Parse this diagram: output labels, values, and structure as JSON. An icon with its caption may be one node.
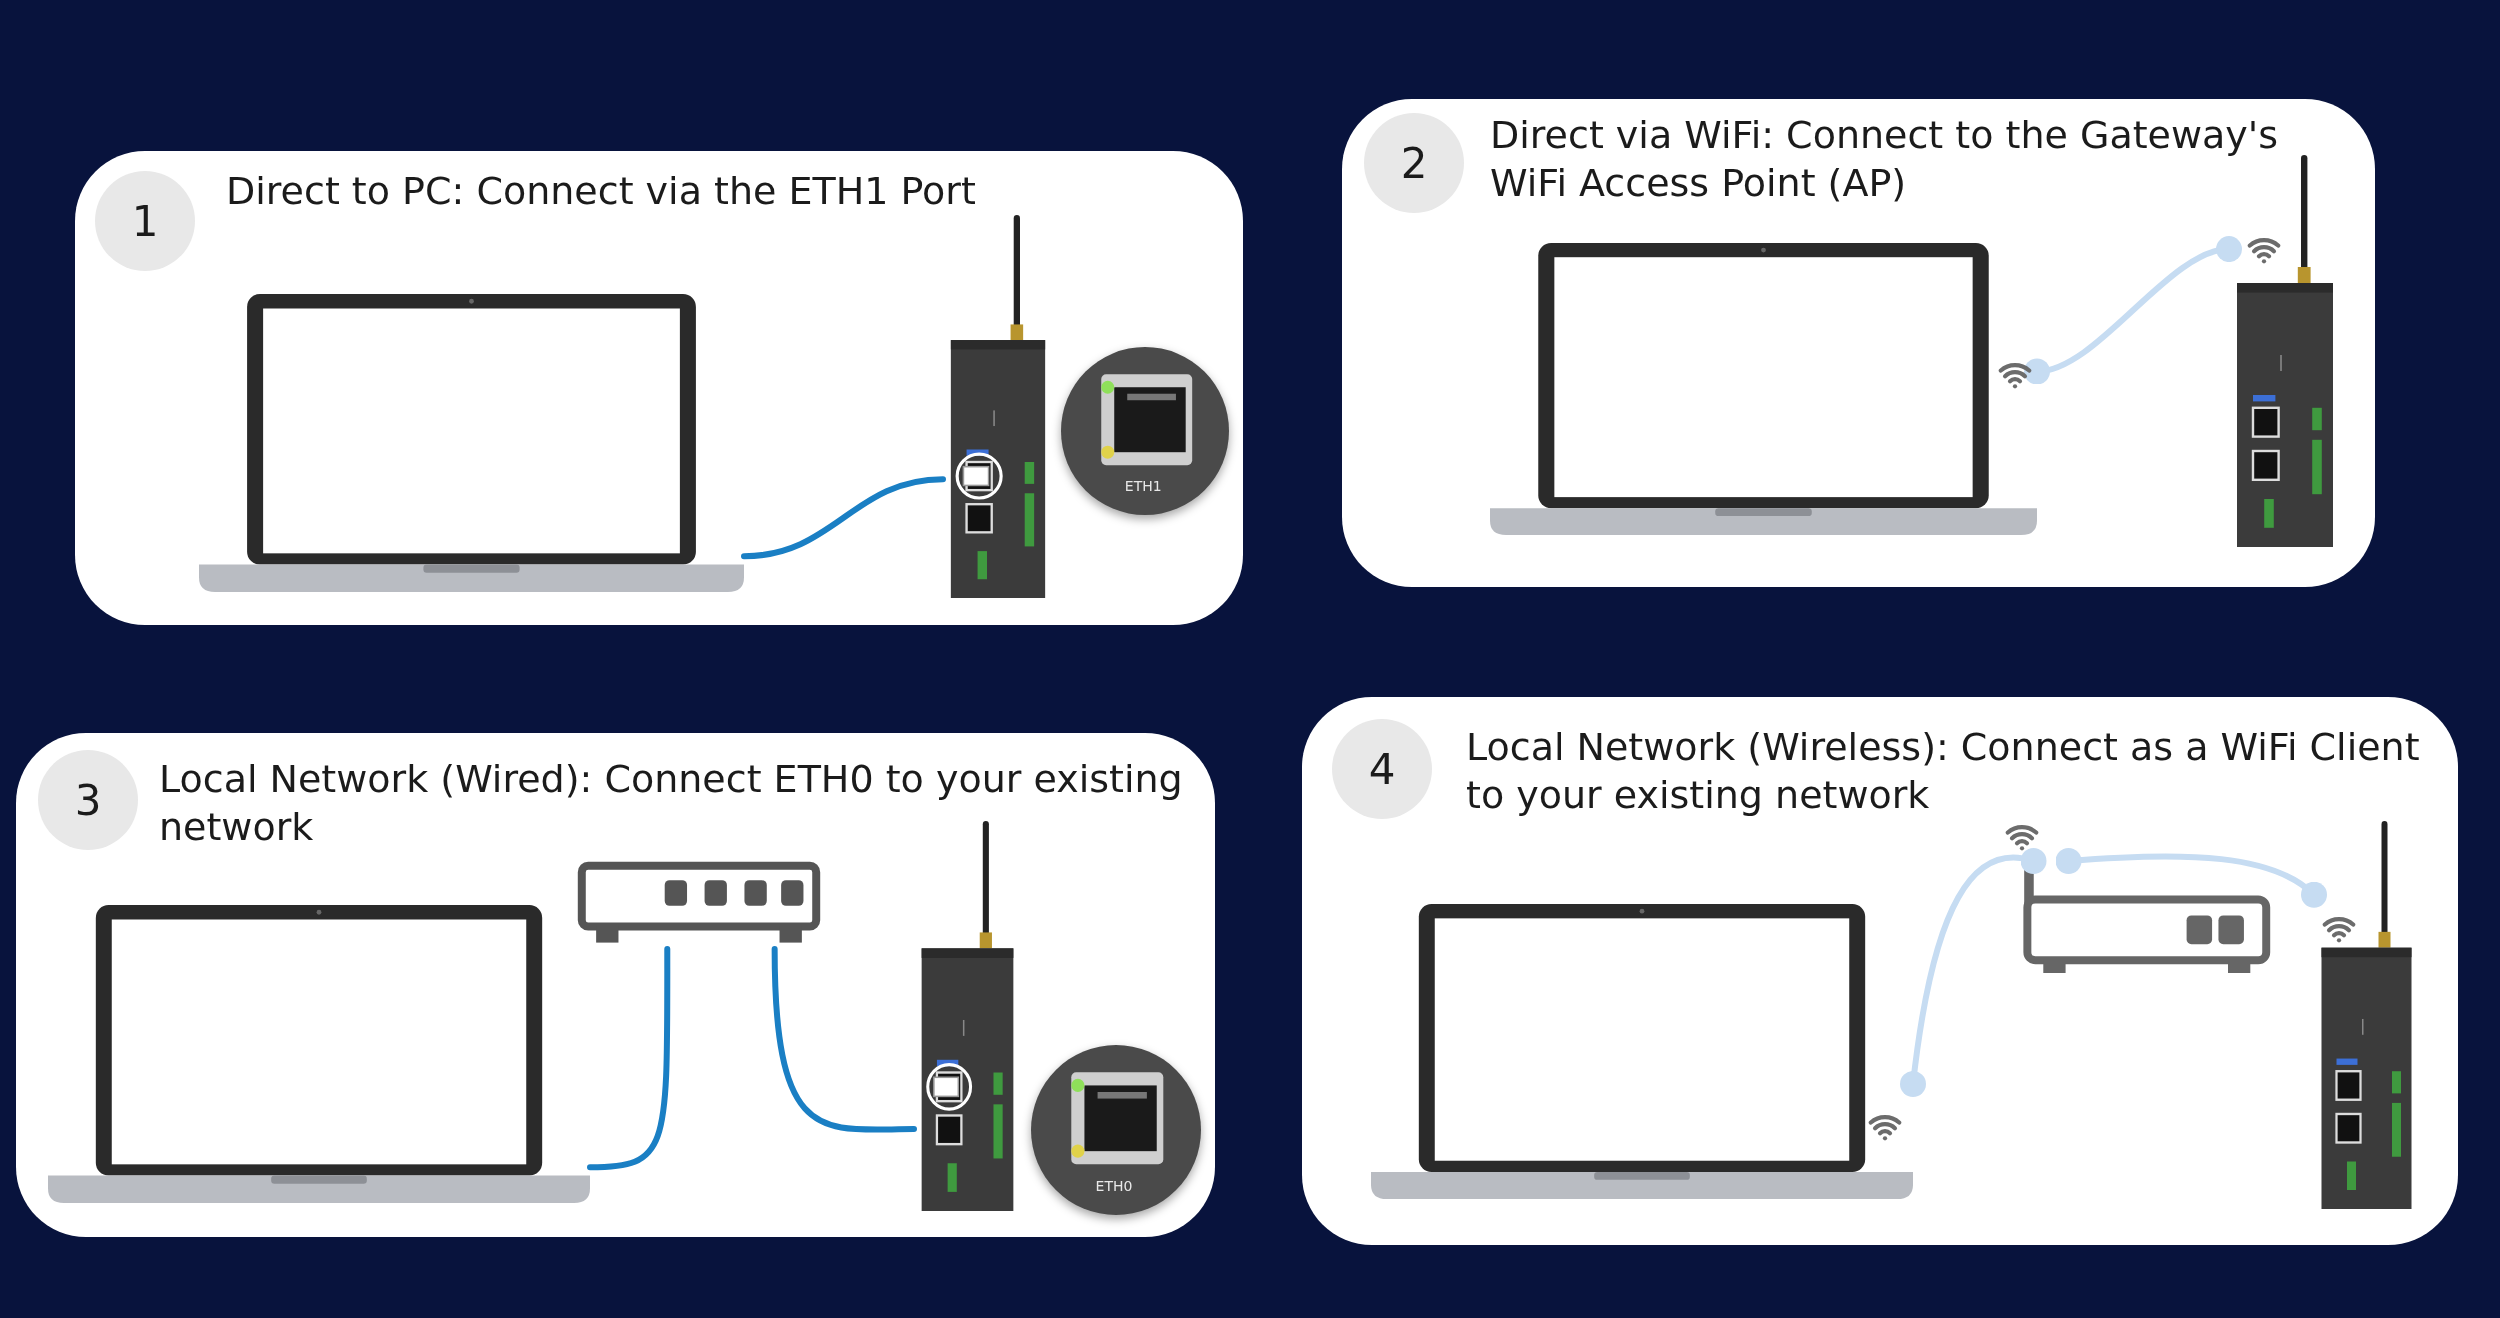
{
  "diagram": {
    "nodes": [
      {
        "text": [
          "Direct to PC: Connect via the ETH1 Port"
        ]
      },
      {
        "text": [
          "1"
        ],
        "in": 0
      },
      {
        "text": [],
        "shape": "picture",
        "in": 0
      },
      {
        "text": [],
        "shape": "picture",
        "in": 0
      },
      {
        "text": [
          "ETH1"
        ],
        "in": 0
      },
      {
        "text": [
          "Direct via WiFi: Connect to the Gateway's WiFi Access Point (AP)"
        ]
      },
      {
        "text": [
          "2"
        ],
        "in": 5
      },
      {
        "text": [],
        "shape": "picture",
        "in": 5
      },
      {
        "text": [],
        "shape": "picture",
        "in": 5
      },
      {
        "text": [
          "Local Network (Wired): Connect ETH0 to your existing network"
        ]
      },
      {
        "text": [
          "3"
        ],
        "in": 9
      },
      {
        "text": [],
        "shape": "picture",
        "in": 9
      },
      {
        "text": [],
        "shape": "picture",
        "in": 9
      },
      {
        "text": [],
        "shape": "picture",
        "in": 9
      },
      {
        "text": [
          "ETH0"
        ],
        "in": 9
      },
      {
        "text": [
          "Local Network (Wireless): Connect as a WiFi Client to your existing network"
        ]
      },
      {
        "text": [
          "4"
        ],
        "in": 15
      },
      {
        "text": [],
        "shape": "picture",
        "in": 15
      },
      {
        "text": [],
        "shape": "picture",
        "in": 15
      },
      {
        "text": [],
        "shape": "picture",
        "in": 15
      }
    ],
    "edges": [
      {
        "from": 2,
        "to": 3,
        "arrow": "none"
      },
      {
        "from": 7,
        "to": 8,
        "arrow": "other",
        "color": "#c6dcf2"
      },
      {
        "from": 11,
        "to": 12,
        "arrow": "none"
      },
      {
        "from": 12,
        "to": 13,
        "arrow": "none"
      },
      {
        "from": 17,
        "to": 18,
        "arrow": "other",
        "color": "#c6dcf2"
      },
      {
        "from": 18,
        "to": 19,
        "arrow": "other",
        "color": "#c6dcf2"
      }
    ]
  }
}
